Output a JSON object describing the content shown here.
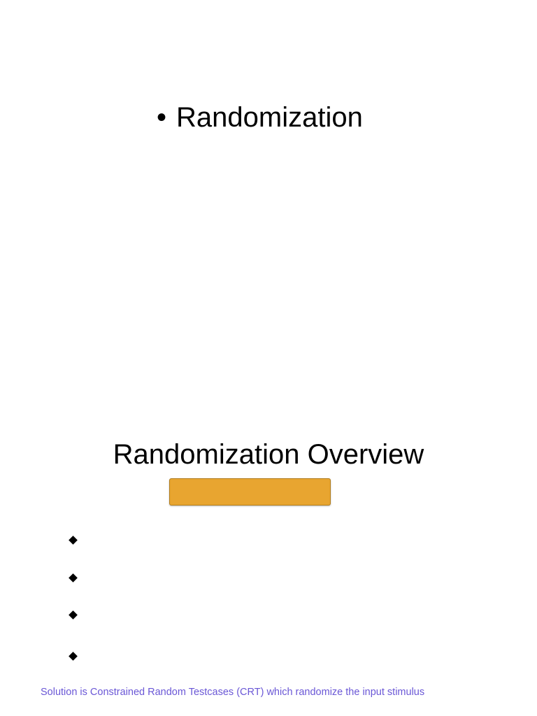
{
  "slide1": {
    "bullet_symbol": "•",
    "bullet_text": "Randomization"
  },
  "slide2": {
    "title": "Randomization Overview",
    "highlight_box_color": "#e8a530",
    "bullet_markers": [
      "diamond",
      "diamond",
      "diamond",
      "diamond"
    ],
    "footer_note": "Solution is Constrained Random Testcases (CRT) which randomize the input stimulus",
    "footer_note_color": "#6a57d6"
  }
}
